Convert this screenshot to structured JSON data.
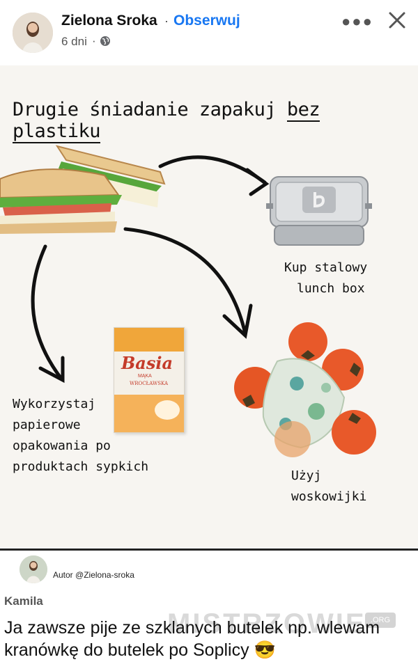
{
  "post": {
    "author": "Zielona Sroka",
    "separator": "·",
    "follow_label": "Obserwuj",
    "time": "6 dni",
    "time_separator": "·",
    "privacy_icon": "globe-icon",
    "more_icon": "more-icon",
    "close_icon": "close-icon"
  },
  "poster": {
    "title_plain": "Drugie śniadanie zapakuj ",
    "title_underlined": "bez plastiku",
    "lunchbox_caption_1": "Kup stalowy",
    "lunchbox_caption_2": "lunch box",
    "paper_caption_1": "Wykorzystaj",
    "paper_caption_2": "papierowe",
    "paper_caption_3": "opakowania po",
    "paper_caption_4": "produktach sypkich",
    "wax_caption_1": "Użyj",
    "wax_caption_2": "woskowijki",
    "flour_brand": "Basia",
    "flour_type_1": "MĄKA",
    "flour_type_2": "WROCŁAWSKA",
    "author_credit": "Autor @Zielona-sroka"
  },
  "comment": {
    "name": "Kamila",
    "text": "Ja zawsze pije ze szklanych butelek np. wlewam kranówkę do butelek po Soplicy 😎",
    "watermark": "MISTRZOWIE",
    "watermark_badge": ".ORG"
  },
  "colors": {
    "accent": "#1877f2",
    "background": "#f7f5f1"
  }
}
